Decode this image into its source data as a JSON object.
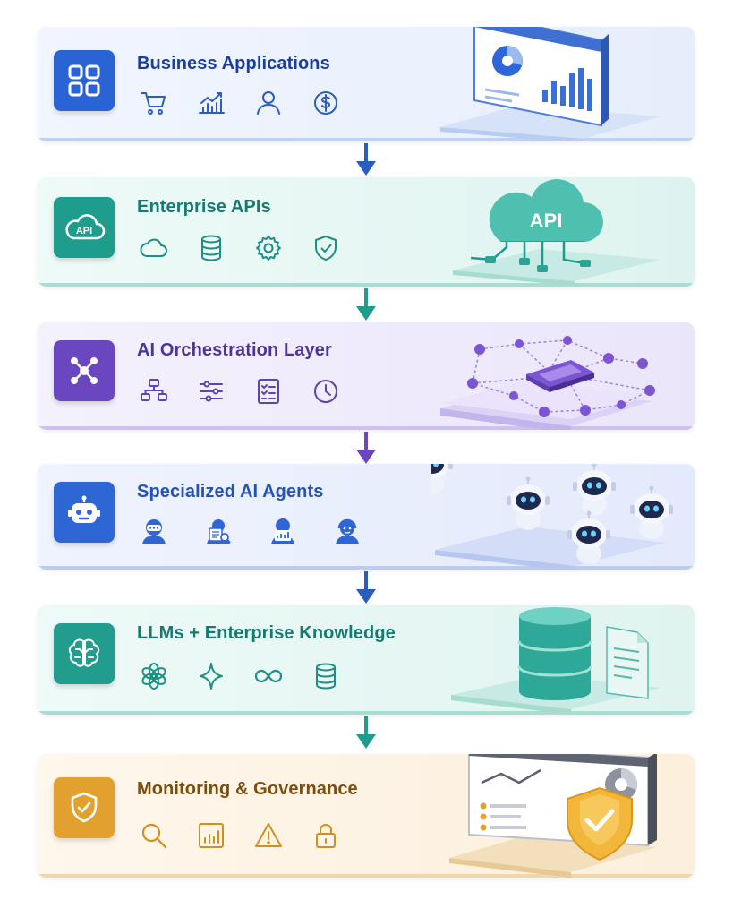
{
  "layers": [
    {
      "title": "Business Applications",
      "color": "#1f4fb8",
      "icons": [
        "cart-icon",
        "chart-icon",
        "user-icon",
        "dollar-icon"
      ]
    },
    {
      "title": "Enterprise APIs",
      "color": "#178a7e",
      "badge_text": "API",
      "illustration_text": "API",
      "icons": [
        "cloud-icon",
        "database-icon",
        "gear-icon",
        "shield-icon"
      ]
    },
    {
      "title": "AI Orchestration Layer",
      "color": "#5b3ea8",
      "icons": [
        "flowchart-icon",
        "sliders-icon",
        "checklist-icon",
        "clock-icon"
      ]
    },
    {
      "title": "Specialized AI Agents",
      "color": "#2056c8",
      "icons": [
        "agent-chat-icon",
        "agent-document-icon",
        "agent-analytics-icon",
        "agent-support-icon"
      ]
    },
    {
      "title": "LLMs + Enterprise Knowledge",
      "color": "#187f77",
      "icons": [
        "openai-icon",
        "sparkle-icon",
        "infinity-icon",
        "database-icon"
      ]
    },
    {
      "title": "Monitoring & Governance",
      "color": "#8a5a10",
      "icons": [
        "search-icon",
        "report-icon",
        "warning-icon",
        "lock-icon"
      ]
    }
  ]
}
